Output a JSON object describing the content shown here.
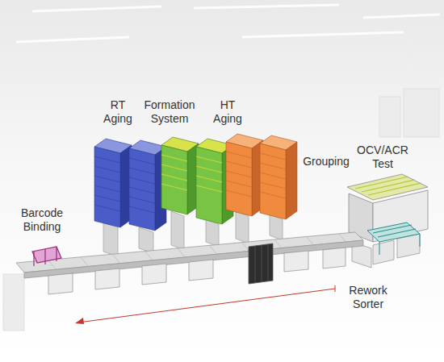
{
  "diagram": {
    "labels": [
      "RT Aging",
      "Formation System",
      "HT Aging",
      "Grouping",
      "OCV/ACR Test",
      "Barcode Binding",
      "Rework Sorter"
    ]
  }
}
